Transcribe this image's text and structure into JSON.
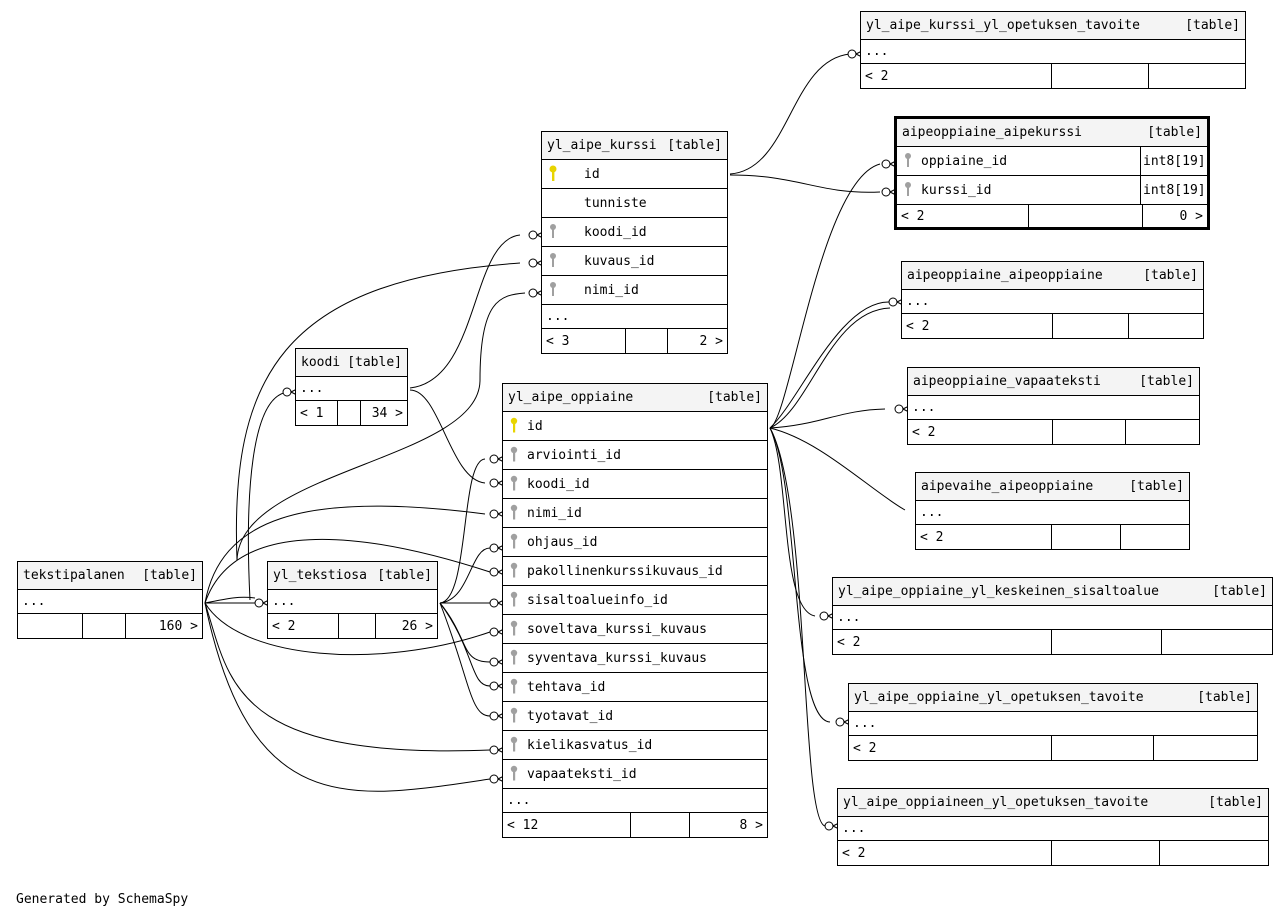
{
  "caption": "Generated by SchemaSpy",
  "tables": {
    "kurssi_tavoite": {
      "name": "yl_aipe_kurssi_yl_opetuksen_tavoite",
      "tag": "[table]",
      "more": "...",
      "foot": [
        "< 2",
        "",
        ""
      ]
    },
    "aipekurssi": {
      "name": "aipeoppiaine_aipekurssi",
      "tag": "[table]",
      "columns": [
        {
          "name": "oppiaine_id",
          "type": "int8[19]"
        },
        {
          "name": "kurssi_id",
          "type": "int8[19]"
        }
      ],
      "foot": [
        "< 2",
        "",
        "0 >"
      ]
    },
    "kurssi": {
      "name": "yl_aipe_kurssi",
      "tag": "[table]",
      "columns": [
        {
          "name": "id",
          "key": "primary-key-icon"
        },
        {
          "name": "tunniste",
          "key": ""
        },
        {
          "name": "koodi_id",
          "key": "foreign-key-icon"
        },
        {
          "name": "kuvaus_id",
          "key": "foreign-key-icon"
        },
        {
          "name": "nimi_id",
          "key": "foreign-key-icon"
        }
      ],
      "more": "...",
      "foot": [
        "< 3",
        "",
        "2 >"
      ]
    },
    "aipeoppiaine": {
      "name": "aipeoppiaine_aipeoppiaine",
      "tag": "[table]",
      "more": "...",
      "foot": [
        "< 2",
        "",
        ""
      ]
    },
    "vapaateksti": {
      "name": "aipeoppiaine_vapaateksti",
      "tag": "[table]",
      "more": "...",
      "foot": [
        "< 2",
        "",
        ""
      ]
    },
    "vaihe": {
      "name": "aipevaihe_aipeoppiaine",
      "tag": "[table]",
      "more": "...",
      "foot": [
        "< 2",
        "",
        ""
      ]
    },
    "koodi": {
      "name": "koodi",
      "tag": "[table]",
      "more": "...",
      "foot": [
        "< 1",
        "",
        "34 >"
      ]
    },
    "oppiaine": {
      "name": "yl_aipe_oppiaine",
      "tag": "[table]",
      "columns": [
        {
          "name": "id",
          "key": "primary-key-icon"
        },
        {
          "name": "arviointi_id",
          "key": "foreign-key-icon"
        },
        {
          "name": "koodi_id",
          "key": "foreign-key-icon"
        },
        {
          "name": "nimi_id",
          "key": "foreign-key-icon"
        },
        {
          "name": "ohjaus_id",
          "key": "foreign-key-icon"
        },
        {
          "name": "pakollinenkurssikuvaus_id",
          "key": "foreign-key-icon"
        },
        {
          "name": "sisaltoalueinfo_id",
          "key": "foreign-key-icon"
        },
        {
          "name": "soveltava_kurssi_kuvaus",
          "key": "foreign-key-icon"
        },
        {
          "name": "syventava_kurssi_kuvaus",
          "key": "foreign-key-icon"
        },
        {
          "name": "tehtava_id",
          "key": "foreign-key-icon"
        },
        {
          "name": "tyotavat_id",
          "key": "foreign-key-icon"
        },
        {
          "name": "kielikasvatus_id",
          "key": "foreign-key-icon"
        },
        {
          "name": "vapaateksti_id",
          "key": "foreign-key-icon"
        }
      ],
      "more": "...",
      "foot": [
        "< 12",
        "",
        "8 >"
      ]
    },
    "tekstipalanen": {
      "name": "tekstipalanen",
      "tag": "[table]",
      "more": "...",
      "foot": [
        "",
        "",
        "160 >"
      ]
    },
    "tekstiosa": {
      "name": "yl_tekstiosa",
      "tag": "[table]",
      "more": "...",
      "foot": [
        "< 2",
        "",
        "26 >"
      ]
    },
    "keskeinen": {
      "name": "yl_aipe_oppiaine_yl_keskeinen_sisaltoalue",
      "tag": "[table]",
      "more": "...",
      "foot": [
        "< 2",
        "",
        ""
      ]
    },
    "oppiaine_tavoite": {
      "name": "yl_aipe_oppiaine_yl_opetuksen_tavoite",
      "tag": "[table]",
      "more": "...",
      "foot": [
        "< 2",
        "",
        ""
      ]
    },
    "oppiaineen_tavoite": {
      "name": "yl_aipe_oppiaineen_yl_opetuksen_tavoite",
      "tag": "[table]",
      "more": "...",
      "foot": [
        "< 2",
        "",
        ""
      ]
    }
  },
  "colors": {
    "primary_key": "#e8d400",
    "foreign_key": "#a0a0a0",
    "header_bg": "#f4f4f4"
  }
}
